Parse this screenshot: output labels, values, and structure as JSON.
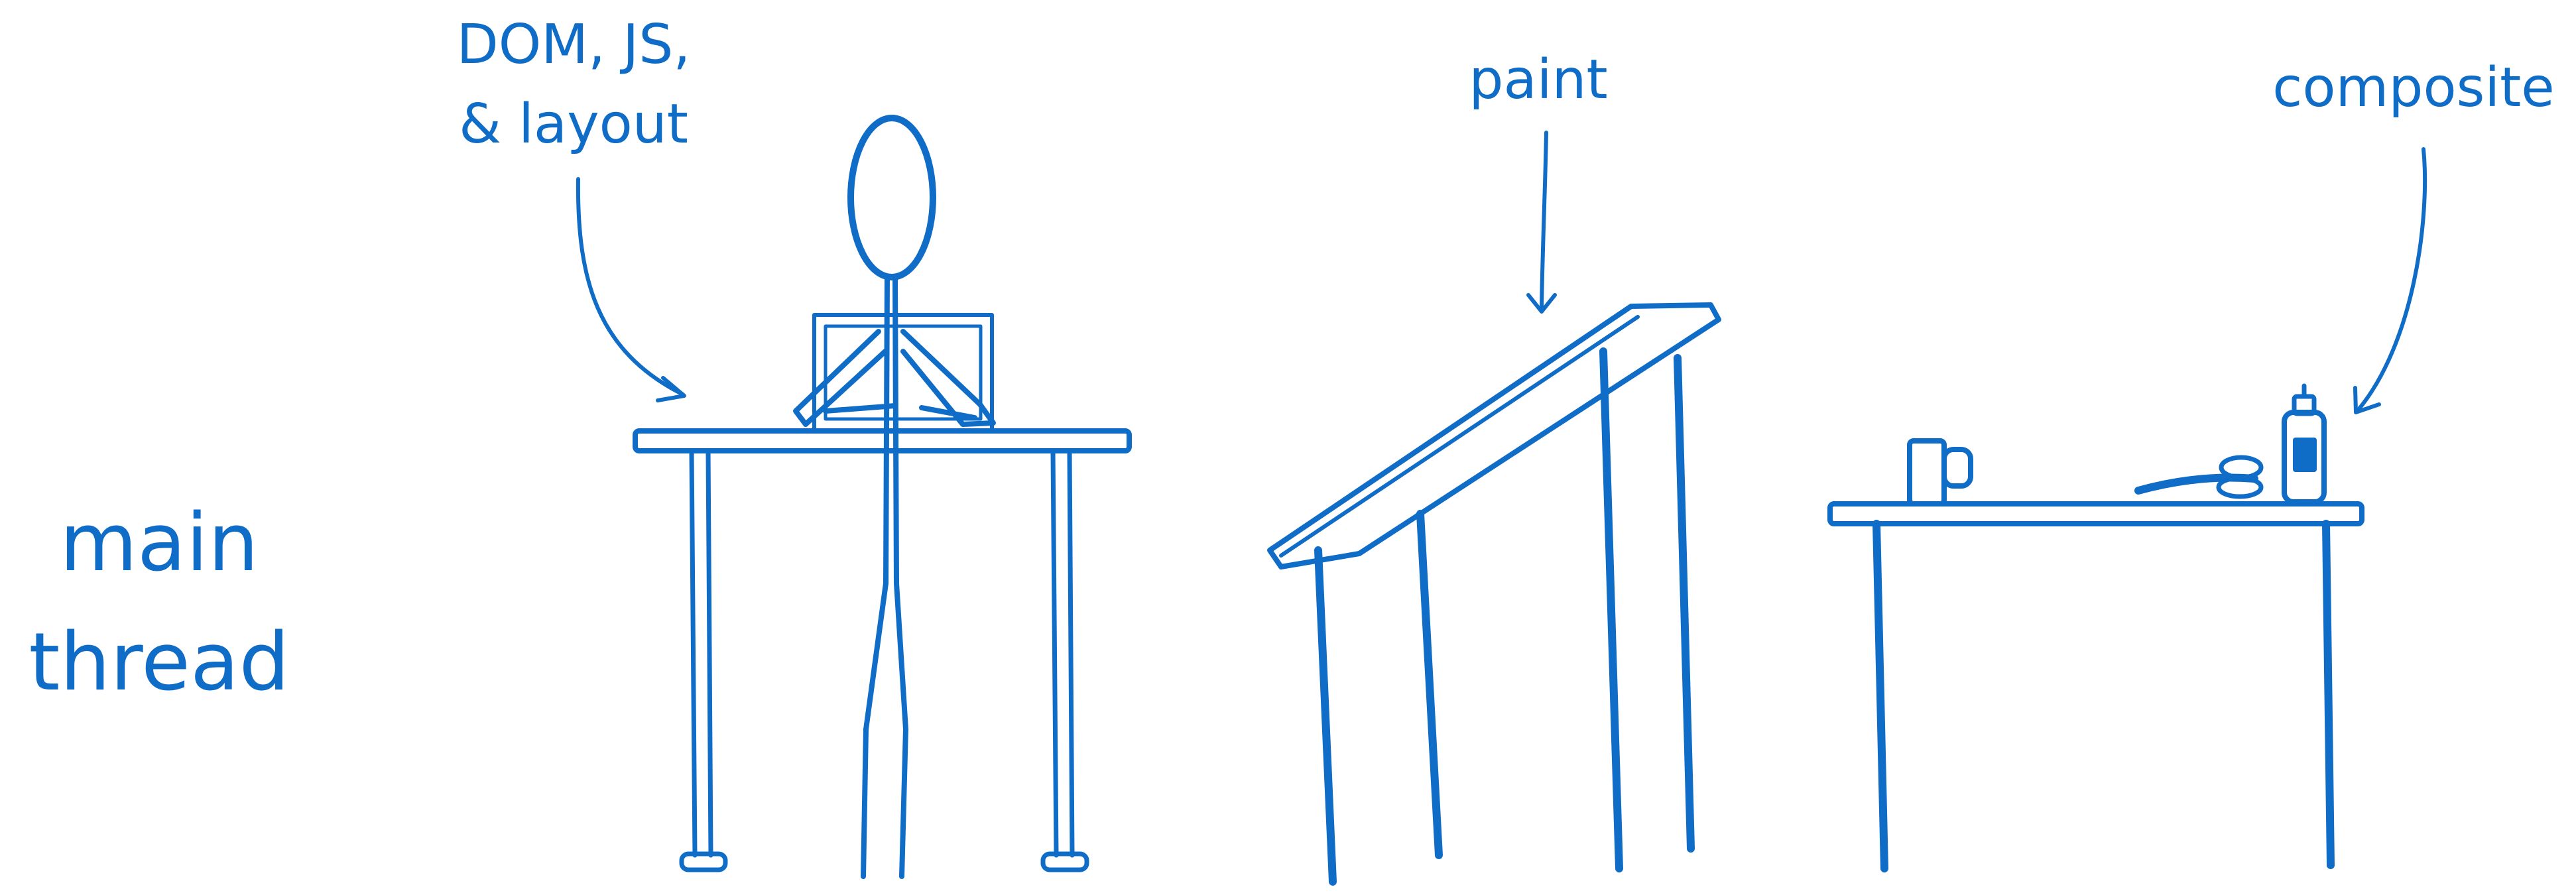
{
  "colors": {
    "ink": "#0F6CC7",
    "background": "#FFFFFF"
  },
  "labels": {
    "main_thread": [
      "main",
      "thread"
    ],
    "dom_js_layout": [
      "DOM, JS,",
      "& layout"
    ],
    "paint": "paint",
    "composite": "composite"
  },
  "icons": {
    "stick_figure": "stick-figure-icon",
    "laptop": "laptop-icon",
    "mug": "mug-icon",
    "scissors": "scissors-icon",
    "glue": "glue-bottle-icon"
  }
}
